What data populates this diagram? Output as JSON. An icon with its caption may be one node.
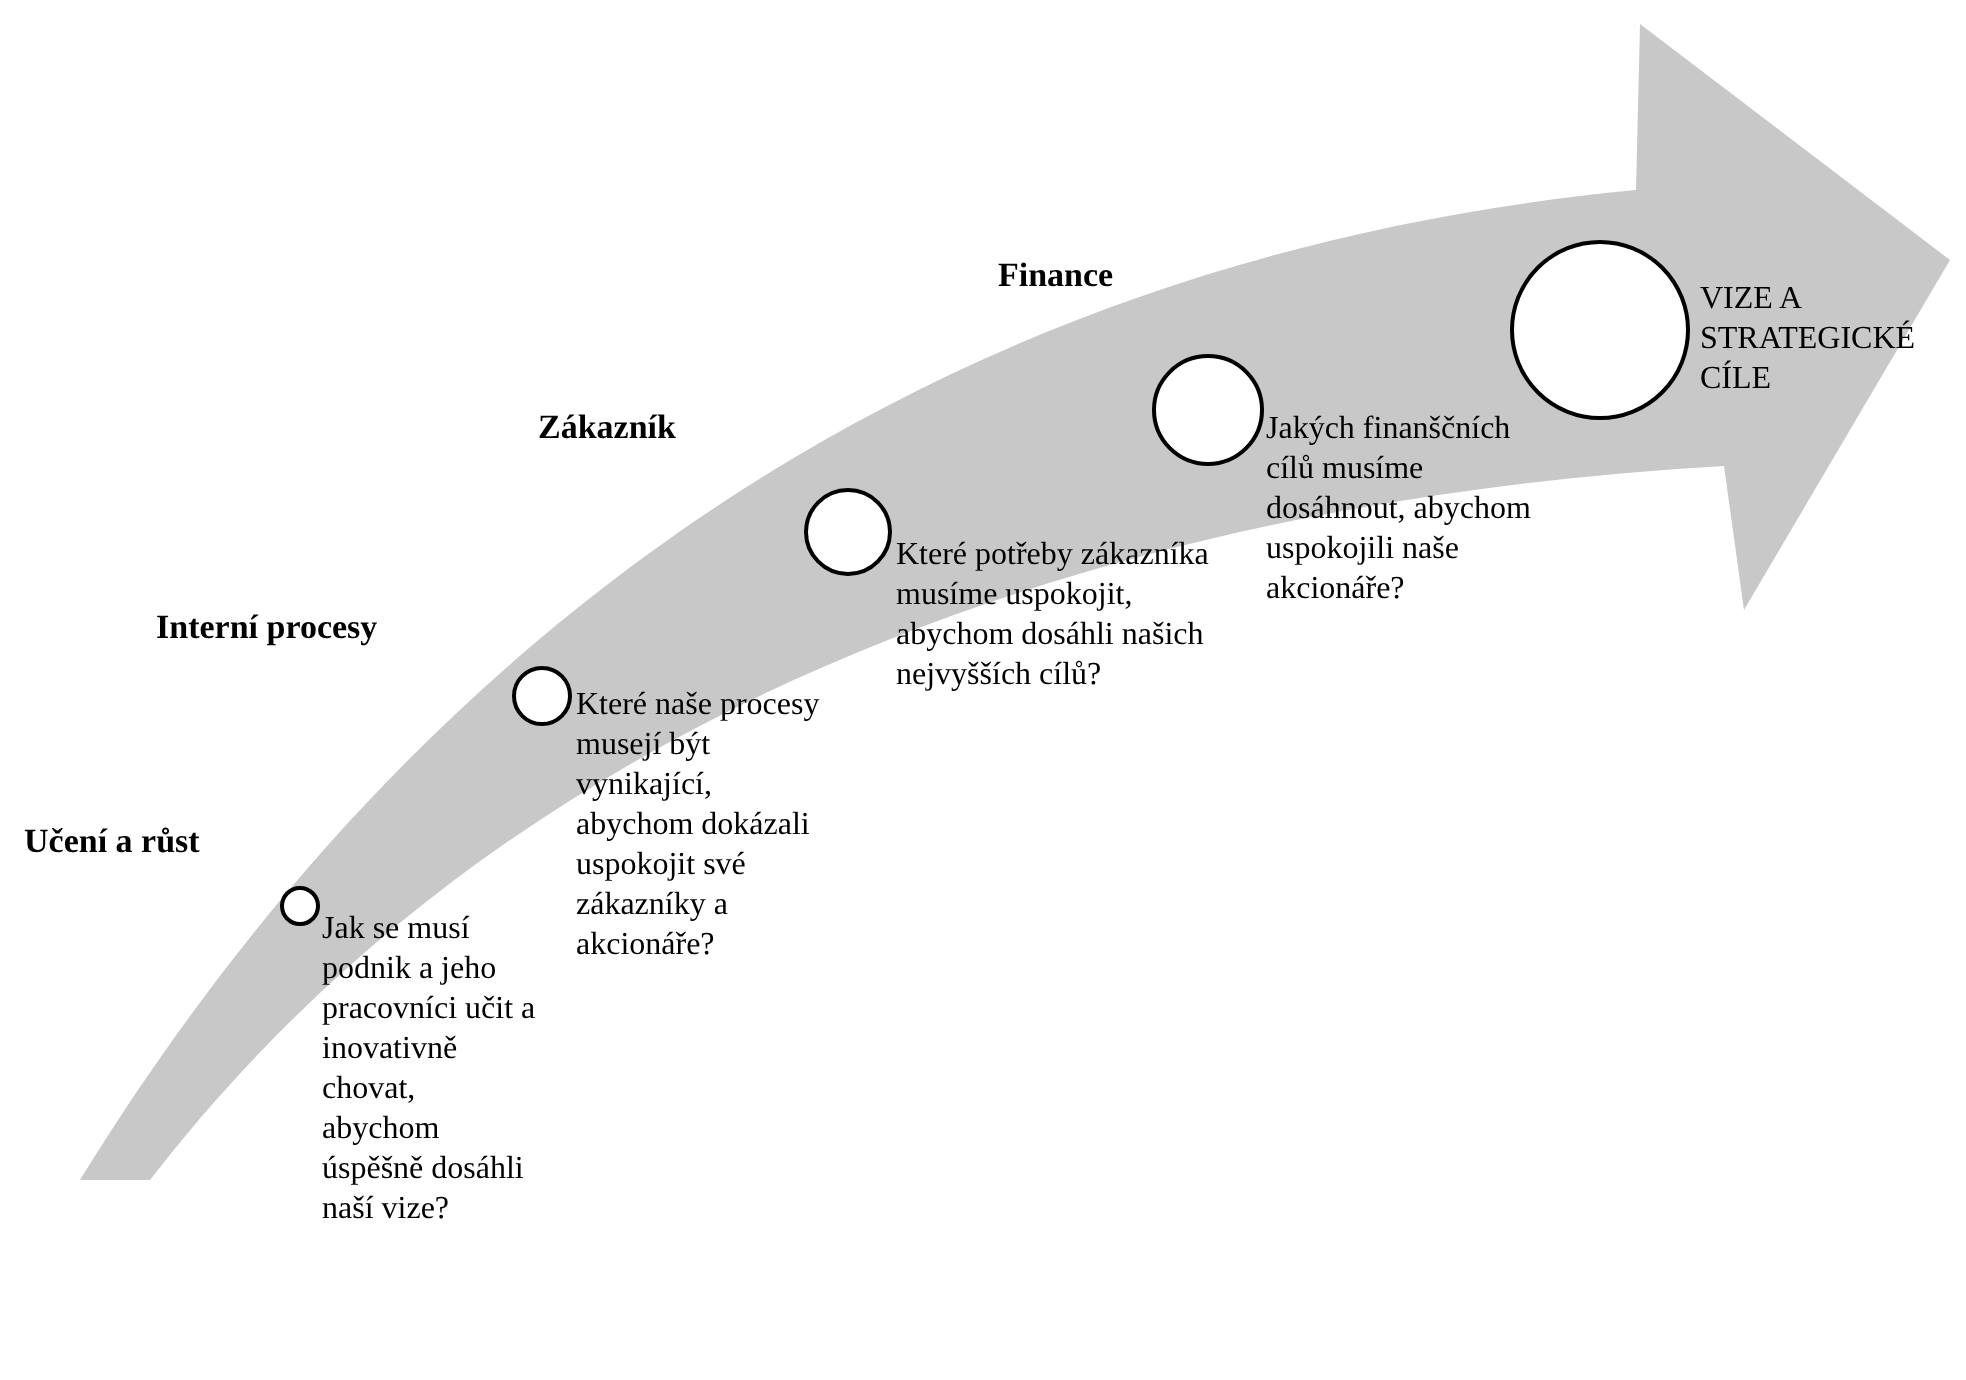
{
  "diagram": {
    "nodes": [
      {
        "text": [],
        "shape": "circle",
        "beside": [
          "Jak se musí podnik a jeho pracovníci učit a inovativně chovat, abychom úspěšně dosáhli naší vize?"
        ]
      },
      {
        "text": [],
        "shape": "circle",
        "beside": [
          "Které naše procesy musejí být vynikající, abychom dokázali uspokojit své zákazníky a akcionáře?"
        ]
      },
      {
        "text": [],
        "shape": "circle",
        "beside": [
          "Které potřeby zákazníka musíme uspokojit, abychom dosáhli našich nejvyšších cílů?"
        ]
      },
      {
        "text": [],
        "shape": "circle",
        "beside": [
          "Jakých finanščních cílů musíme dosáhnout, abychom uspokojili naše akcionáře?"
        ]
      },
      {
        "text": [],
        "shape": "circle",
        "beside": [
          "VIZE A STRATEGICKÉ CÍLE"
        ]
      }
    ],
    "labels": [
      "Učení a růst",
      "Interní procesy",
      "Zákazník",
      "Finance"
    ]
  }
}
